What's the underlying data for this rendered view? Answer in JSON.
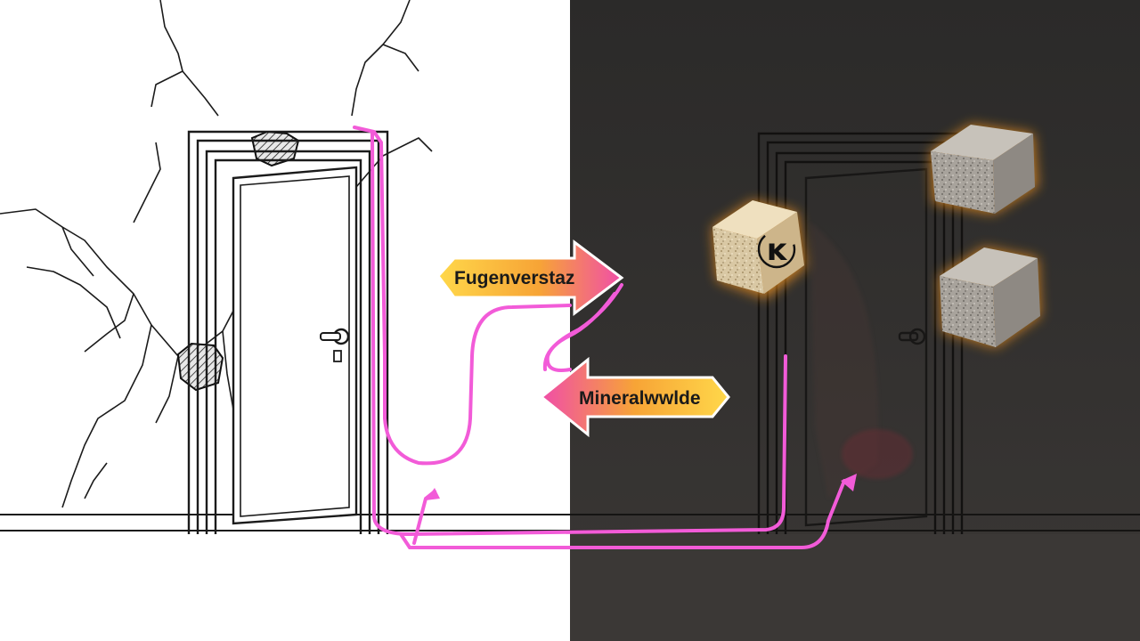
{
  "labels": {
    "arrow_right": "Fugenverstaz",
    "arrow_left": "Mineralwwlde"
  },
  "icons": {
    "block_glyph": "ĸ"
  },
  "colors": {
    "accent_magenta": "#f25bd8",
    "arrow_gradient_start": "#ffd84a",
    "arrow_gradient_end": "#f04ea8",
    "dark_panel": "#2d2c2b",
    "glow": "#ff9a1e"
  }
}
